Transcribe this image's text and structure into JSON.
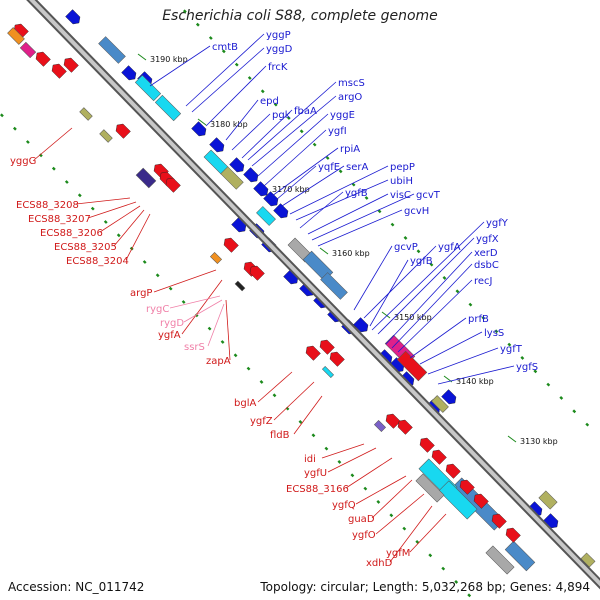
{
  "title": "Escherichia coli S88, complete genome",
  "footer": {
    "accession": "Accession: NC_011742",
    "summary": "Topology: circular; Length: 5,032,268 bp; Genes: 4,894"
  },
  "colors": {
    "backbone": "#7a7a7a",
    "forward_gene": "#0a14d6",
    "reverse_gene": "#e8101a",
    "label_forward": "#1a1ad0",
    "label_reverse": "#d01a1a",
    "label_rna": "#f080a8",
    "tick": "#1c8a1c",
    "cyan_feature": "#18d8f0",
    "steel_feature": "#4a8ac8",
    "olive_feature": "#b0b060",
    "orange_feature": "#f09020",
    "magenta_feature": "#e0208a",
    "gray_feature": "#a8a8a8"
  },
  "scale": {
    "unit": "kbp",
    "ticks": [
      "3190 kbp",
      "3180 kbp",
      "3170 kbp",
      "3160 kbp",
      "3150 kbp",
      "3140 kbp",
      "3130 kbp"
    ]
  },
  "genes_forward": [
    "cmtB",
    "yggP",
    "yggD",
    "frcK",
    "epd",
    "pgk",
    "fbaA",
    "mscS",
    "argO",
    "yggE",
    "ygfI",
    "rpiA",
    "yqfE",
    "serA",
    "pepP",
    "ubiH",
    "ygfB",
    "visC",
    "gcvT",
    "gcvH",
    "gcvP",
    "ygfA",
    "ygfY",
    "ygfX",
    "ygfB",
    "xerD",
    "dsbC",
    "recJ",
    "prfB",
    "lysS",
    "ygfT",
    "ygfS"
  ],
  "genes_reverse": [
    "yggG",
    "ECS88_3208",
    "ECS88_3207",
    "ECS88_3206",
    "ECS88_3205",
    "ECS88_3204",
    "argP",
    "ygfA",
    "zapA",
    "bglA",
    "ygfZ",
    "fldB",
    "idi",
    "ygfU",
    "ECS88_3166",
    "ygfQ",
    "guaD",
    "ygfO",
    "xdhD",
    "ygfM"
  ],
  "rnas": [
    "rygC",
    "rygD",
    "ssrS"
  ]
}
